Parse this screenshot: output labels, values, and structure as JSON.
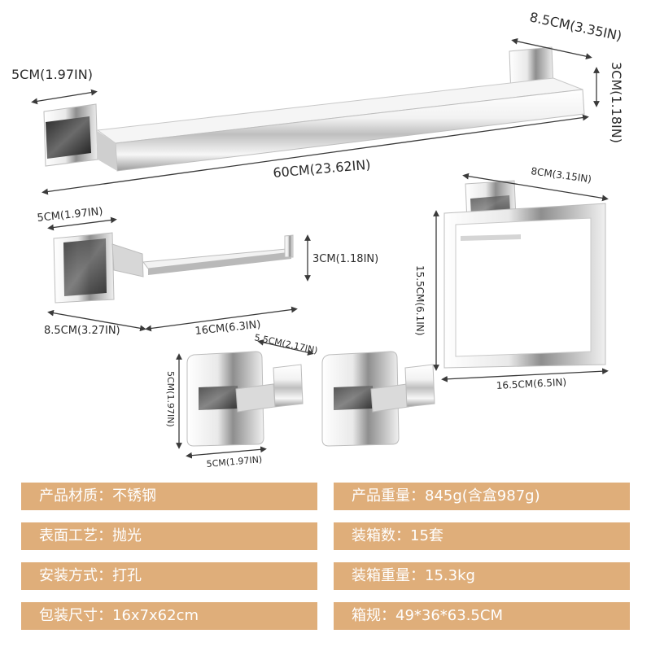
{
  "dimensions": {
    "bar_depth": "5CM(1.97IN)",
    "bar_width_top": "8.5CM(3.35IN)",
    "bar_height": "3CM(1.18IN)",
    "bar_length": "60CM(23.62IN)",
    "paper_depth": "5CM(1.97IN)",
    "paper_height": "3CM(1.18IN)",
    "paper_base": "8.5CM(3.27IN)",
    "paper_length": "16CM(6.3IN)",
    "ring_top": "8CM(3.15IN)",
    "ring_height": "15.5CM(6.1IN)",
    "ring_width": "16.5CM(6.5IN)",
    "hook_depth": "5.5CM(2.17IN)",
    "hook_height": "5CM(1.97IN)",
    "hook_width": "5CM(1.97IN)"
  },
  "specs": {
    "material_label": "产品材质：",
    "material_value": "不锈钢",
    "weight_label": "产品重量：",
    "weight_value": "845g(含盒987g)",
    "finish_label": "表面工艺：",
    "finish_value": "抛光",
    "qty_label": "装箱数：",
    "qty_value": "15套",
    "install_label": "安装方式：",
    "install_value": "打孔",
    "box_weight_label": "装箱重量：",
    "box_weight_value": "15.3kg",
    "package_label": "包装尺寸：",
    "package_value": "16x7x62cm",
    "carton_label": "箱规：",
    "carton_value": "49*36*63.5CM"
  },
  "colors": {
    "row_bg": "#dfae7a",
    "row_text": "#ffffff",
    "dim_line": "#3a3a3a"
  }
}
